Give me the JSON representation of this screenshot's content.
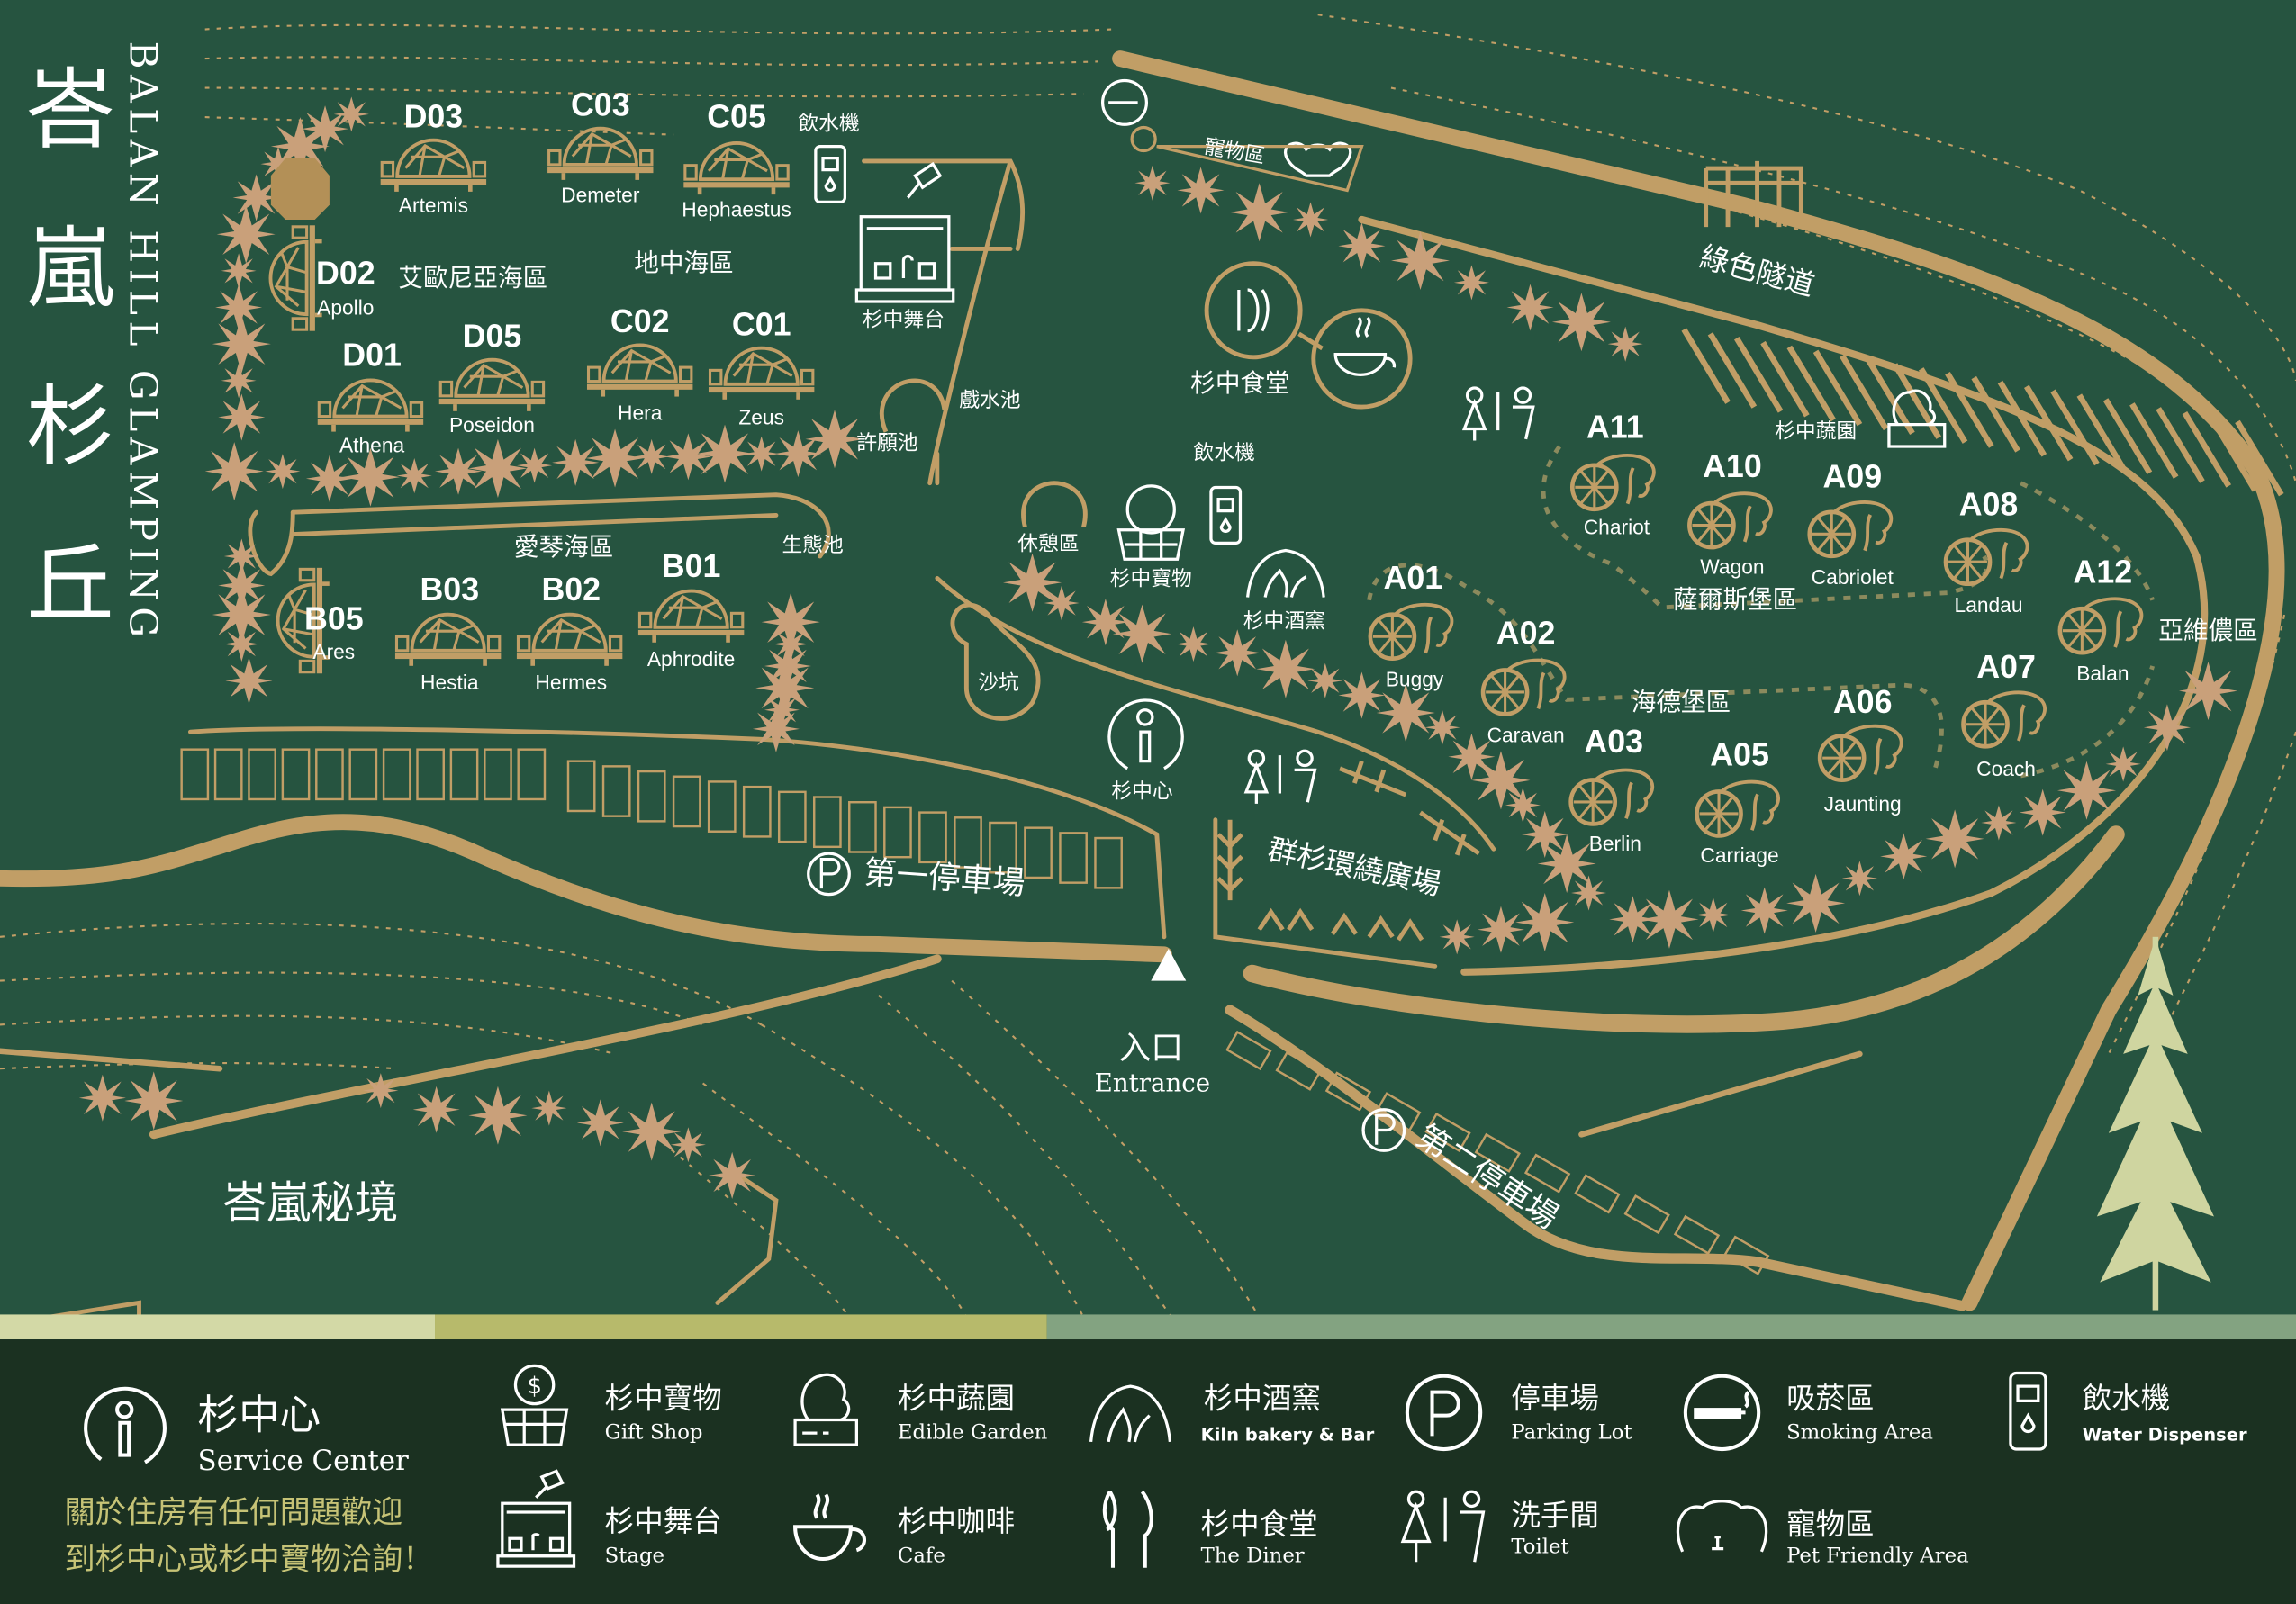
{
  "title": {
    "zh": "峇嵐杉丘",
    "en": "BALAN HILL GLAMPING"
  },
  "colors": {
    "background": "#265440",
    "gold": "#c19e66",
    "starburst": "#c9a07a",
    "footer": "#1b3121",
    "notice": "#c6c376",
    "stripes": [
      "#d3d9a6",
      "#b7ba6b",
      "#83a381"
    ],
    "tree": "#cfd5a0"
  },
  "zones": {
    "ionian": "艾歐尼亞海區",
    "mediterranean": "地中海區",
    "aegean": "愛琴海區",
    "salzburg": "薩爾斯堡區",
    "heidelberg": "海德堡區",
    "avignon": "亞維儂區",
    "plaza": "群杉環繞廣場",
    "tunnel": "綠色隧道",
    "secret": "峇嵐秘境"
  },
  "domes": [
    {
      "code": "D03",
      "name": "Artemis"
    },
    {
      "code": "C03",
      "name": "Demeter"
    },
    {
      "code": "C05",
      "name": "Hephaestus"
    },
    {
      "code": "D02",
      "name": "Apollo"
    },
    {
      "code": "D01",
      "name": "Athena"
    },
    {
      "code": "D05",
      "name": "Poseidon"
    },
    {
      "code": "C02",
      "name": "Hera"
    },
    {
      "code": "C01",
      "name": "Zeus"
    },
    {
      "code": "B05",
      "name": "Ares"
    },
    {
      "code": "B03",
      "name": "Hestia"
    },
    {
      "code": "B02",
      "name": "Hermes"
    },
    {
      "code": "B01",
      "name": "Aphrodite"
    }
  ],
  "caravans": [
    {
      "code": "A11",
      "name": "Chariot"
    },
    {
      "code": "A10",
      "name": "Wagon"
    },
    {
      "code": "A09",
      "name": "Cabriolet"
    },
    {
      "code": "A08",
      "name": "Landau"
    },
    {
      "code": "A12",
      "name": "Balan"
    },
    {
      "code": "A01",
      "name": "Buggy"
    },
    {
      "code": "A02",
      "name": "Caravan"
    },
    {
      "code": "A03",
      "name": "Berlin"
    },
    {
      "code": "A05",
      "name": "Carriage"
    },
    {
      "code": "A06",
      "name": "Jaunting"
    },
    {
      "code": "A07",
      "name": "Coach"
    }
  ],
  "facilities": {
    "water1": "飲水機",
    "stage": "杉中舞台",
    "wish_pool": "許願池",
    "splash_pool": "戲水池",
    "eco_pool": "生態池",
    "rest_area": "休憩區",
    "sandpit": "沙坑",
    "gift_shop": "杉中寶物",
    "water2": "飲水機",
    "kiln": "杉中酒窯",
    "diner": "杉中食堂",
    "service": "杉中心",
    "pet": "寵物區",
    "garden": "杉中蔬園"
  },
  "parking": {
    "first": "第一停車場",
    "second": "第二停車場"
  },
  "entrance": {
    "zh": "入口",
    "en": "Entrance"
  },
  "legend": [
    {
      "icon": "info-icon",
      "zh": "杉中心",
      "en": "Service Center"
    },
    {
      "icon": "gift-shop-icon",
      "zh": "杉中寶物",
      "en": "Gift Shop"
    },
    {
      "icon": "garden-icon",
      "zh": "杉中蔬園",
      "en": "Edible Garden"
    },
    {
      "icon": "kiln-icon",
      "zh": "杉中酒窯",
      "en": "Kiln bakery & Bar"
    },
    {
      "icon": "parking-icon",
      "zh": "停車場",
      "en": "Parking Lot"
    },
    {
      "icon": "smoking-icon",
      "zh": "吸菸區",
      "en": "Smoking Area"
    },
    {
      "icon": "water-dispenser-icon",
      "zh": "飲水機",
      "en": "Water Dispenser"
    },
    {
      "icon": "stage-icon",
      "zh": "杉中舞台",
      "en": "Stage"
    },
    {
      "icon": "cafe-icon",
      "zh": "杉中咖啡",
      "en": "Cafe"
    },
    {
      "icon": "diner-icon",
      "zh": "杉中食堂",
      "en": "The Diner"
    },
    {
      "icon": "toilet-icon",
      "zh": "洗手間",
      "en": "Toilet"
    },
    {
      "icon": "pet-icon",
      "zh": "寵物區",
      "en": "Pet Friendly Area"
    }
  ],
  "notice": [
    "關於住房有任何問題歡迎",
    "到杉中心或杉中寶物洽詢！"
  ]
}
